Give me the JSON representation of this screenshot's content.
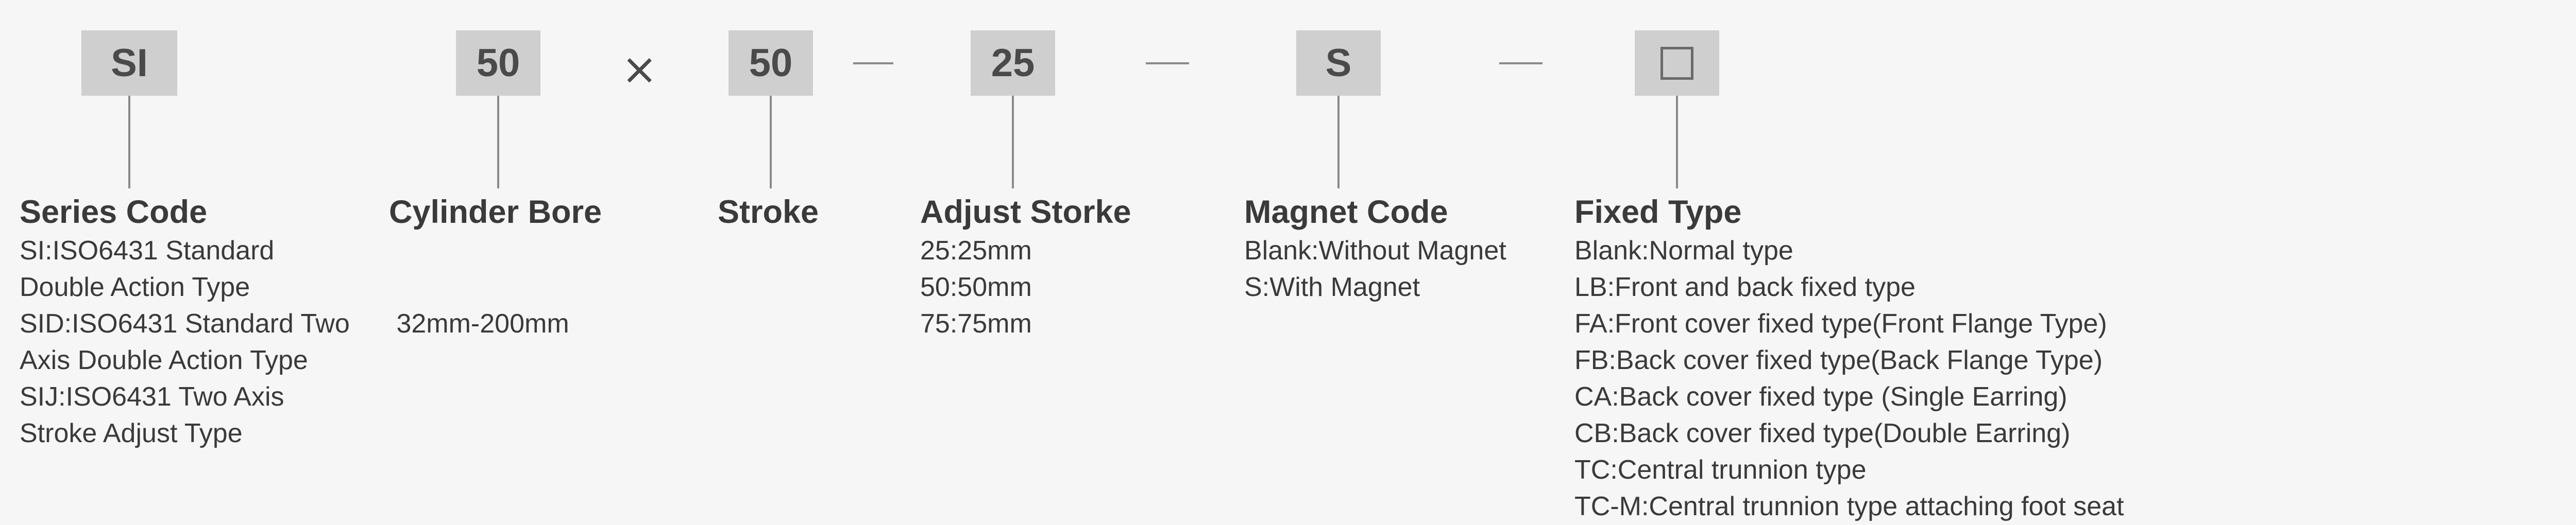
{
  "codes": {
    "series": "SI",
    "bore": "50",
    "stroke": "50",
    "adjust": "25",
    "magnet": "S"
  },
  "separators": {
    "times": "×"
  },
  "fields": {
    "series": {
      "title": "Series Code",
      "lines": [
        "SI:ISO6431 Standard",
        "Double Action Type",
        "SID:ISO6431 Standard Two",
        "Axis Double Action Type",
        "SIJ:ISO6431 Two Axis",
        "Stroke Adjust Type"
      ]
    },
    "bore": {
      "title": "Cylinder Bore",
      "lines": [
        " 32mm-200mm"
      ]
    },
    "stroke": {
      "title": "Stroke",
      "lines": []
    },
    "adjust": {
      "title": "Adjust Storke",
      "lines": [
        "25:25mm",
        "50:50mm",
        "75:75mm"
      ]
    },
    "magnet": {
      "title": "Magnet Code",
      "lines": [
        "Blank:Without Magnet",
        "S:With Magnet"
      ]
    },
    "fixed": {
      "title": "Fixed Type",
      "lines": [
        "Blank:Normal type",
        "LB:Front and back fixed type",
        "FA:Front cover fixed type(Front Flange Type)",
        "FB:Back cover fixed type(Back Flange Type)",
        "CA:Back cover fixed type (Single Earring)",
        "CB:Back cover fixed type(Double Earring)",
        "TC:Central trunnion type",
        "TC-M:Central trunnion type attaching foot seat"
      ]
    }
  }
}
